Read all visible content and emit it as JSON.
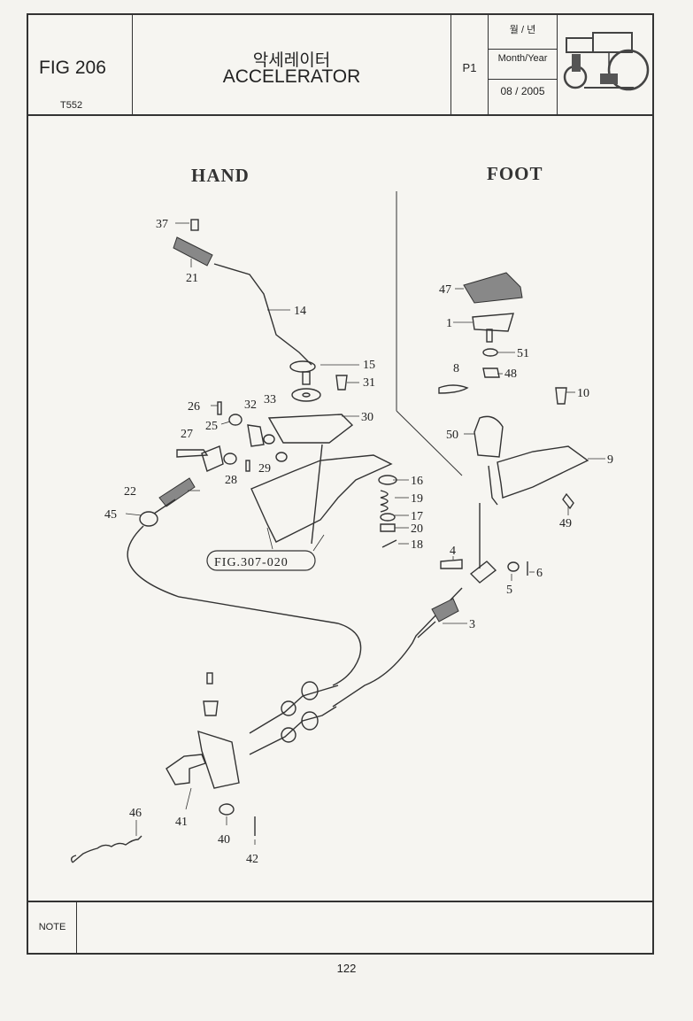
{
  "header": {
    "fig_label": "FIG 206",
    "model": "T552",
    "title_korean": "악세레이터",
    "title_english": "ACCELERATOR",
    "page_code": "P1",
    "month_year_korean": "월 / 년",
    "month_year_label": "Month/Year",
    "date": "08 / 2005"
  },
  "diagram": {
    "section_hand": "HAND",
    "section_foot": "FOOT",
    "figure_reference": "FIG.307-020",
    "callouts": {
      "c37": "37",
      "c21": "21",
      "c14": "14",
      "c15": "15",
      "c31": "31",
      "c30": "30",
      "c26": "26",
      "c25": "25",
      "c32": "32",
      "c33": "33",
      "c27": "27",
      "c28": "28",
      "c29": "29",
      "c22": "22",
      "c45": "45",
      "c16": "16",
      "c19": "19",
      "c17": "17",
      "c20": "20",
      "c18": "18",
      "c47": "47",
      "c1": "1",
      "c51": "51",
      "c8": "8",
      "c48": "48",
      "c10": "10",
      "c50": "50",
      "c9": "9",
      "c49": "49",
      "c4": "4",
      "c5": "5",
      "c6": "6",
      "c3": "3",
      "c46": "46",
      "c41": "41",
      "c40": "40",
      "c42": "42"
    }
  },
  "footer": {
    "note_label": "NOTE",
    "page_number": "122"
  }
}
